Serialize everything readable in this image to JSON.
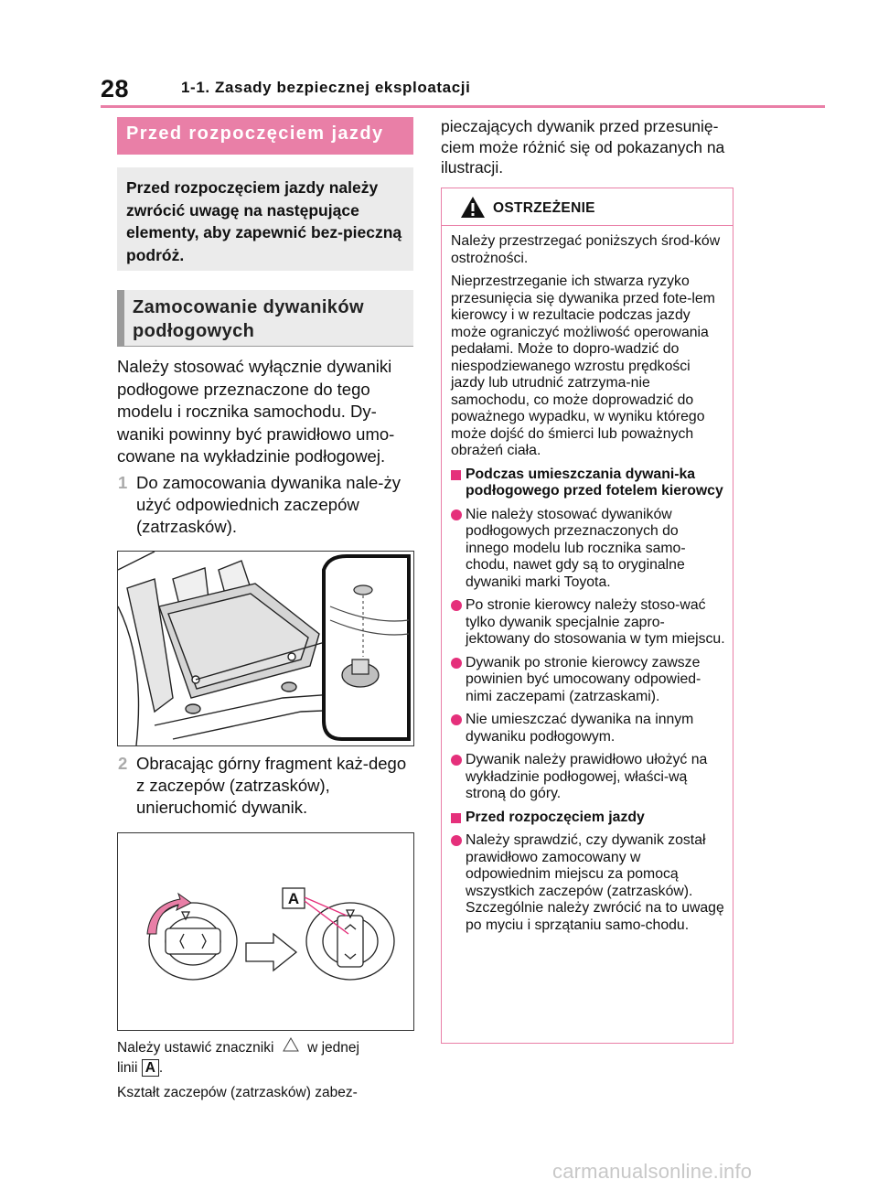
{
  "header": {
    "page_number": "28",
    "section_title": "1-1. Zasady bezpiecznej eksploatacji"
  },
  "left": {
    "banner": "Przed rozpoczęciem jazdy",
    "intro": "Przed rozpoczęciem jazdy należy zwrócić uwagę na następujące elementy, aby zapewnić bez-pieczną podróż.",
    "subheading": "Zamocowanie dywaników podłogowych",
    "para1": "Należy stosować wyłącznie dywaniki podłogowe przeznaczone do tego modelu i rocznika samochodu. Dy-waniki powinny być prawidłowo umo-cowane na wykładzinie podłogowej.",
    "step1_num": "1",
    "step1_text": "Do zamocowania dywanika nale-ży użyć odpowiednich zaczepów (zatrzasków).",
    "step2_num": "2",
    "step2_text": "Obracając górny fragment każ-dego z zaczepów (zatrzasków), unieruchomić dywanik.",
    "fig2_label": "A",
    "caption1_a": "Należy ustawić znaczniki",
    "caption1_b": "w jednej",
    "caption1_c": "linii",
    "caption1_label": "A",
    "caption1_end": ".",
    "caption2": "Kształt zaczepów (zatrzasków) zabez-"
  },
  "right": {
    "top_text": "pieczających dywanik przed przesunię-ciem może różnić się od pokazanych na ilustracji.",
    "warning": {
      "title": "OSTRZEŻENIE",
      "p1": "Należy przestrzegać poniższych środ-ków ostrożności.",
      "p2": "Nieprzestrzeganie ich stwarza ryzyko przesunięcia się dywanika przed fote-lem kierowcy i w rezultacie podczas jazdy może ograniczyć możliwość operowania pedałami. Może to dopro-wadzić do niespodziewanego wzrostu prędkości jazdy lub utrudnić zatrzyma-nie samochodu, co może doprowadzić do poważnego wypadku, w wyniku którego może dojść do śmierci lub poważnych obrażeń ciała.",
      "h1": "Podczas umieszczania dywani-ka podłogowego przed fotelem kierowcy",
      "b1": "Nie należy stosować dywaników podłogowych przeznaczonych do innego modelu lub rocznika samo-chodu, nawet gdy są to oryginalne dywaniki marki Toyota.",
      "b2": "Po stronie kierowcy należy stoso-wać tylko dywanik specjalnie zapro-jektowany do stosowania w tym miejscu.",
      "b3": "Dywanik po stronie kierowcy zawsze powinien być umocowany odpowied-nimi zaczepami (zatrzaskami).",
      "b4": "Nie umieszczać dywanika na innym dywaniku podłogowym.",
      "b5": "Dywanik należy prawidłowo ułożyć na wykładzinie podłogowej, właści-wą stroną do góry.",
      "h2": "Przed rozpoczęciem jazdy",
      "b6": "Należy sprawdzić, czy dywanik został prawidłowo zamocowany w odpowiednim miejscu za pomocą wszystkich zaczepów (zatrzasków). Szczególnie należy zwrócić na to uwagę po myciu i sprzątaniu samo-chodu."
    }
  },
  "footer": {
    "watermark": "carmanualsonline.info"
  },
  "colors": {
    "accent_pink": "#e97fa7",
    "bullet_magenta": "#e5307b",
    "gray_box": "#ebebeb"
  }
}
